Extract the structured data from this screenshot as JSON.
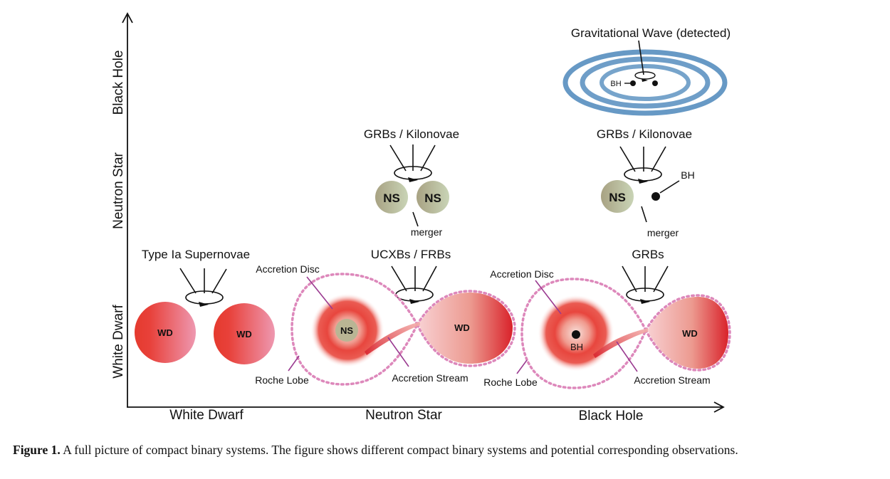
{
  "figure": {
    "axes": {
      "x_axis": {
        "categories": [
          "White Dwarf",
          "Neutron Star",
          "Black Hole"
        ]
      },
      "y_axis": {
        "categories": [
          "White Dwarf",
          "Neutron Star",
          "Black Hole"
        ]
      }
    },
    "systems": {
      "wd_wd": {
        "observation": "Type Ia Supernovae",
        "star_a": "WD",
        "star_b": "WD"
      },
      "ns_wd": {
        "observation": "UCXBs / FRBs",
        "accretor": "NS",
        "donor": "WD",
        "labels": {
          "disc": "Accretion Disc",
          "lobe": "Roche Lobe",
          "stream": "Accretion Stream"
        }
      },
      "bh_wd": {
        "observation": "GRBs",
        "accretor": "BH",
        "donor": "WD",
        "labels": {
          "disc": "Accretion Disc",
          "lobe": "Roche Lobe",
          "stream": "Accretion Stream"
        }
      },
      "ns_ns": {
        "observation": "GRBs / Kilonovae",
        "star_a": "NS",
        "star_b": "NS",
        "event": "merger"
      },
      "ns_bh": {
        "observation": "GRBs / Kilonovae",
        "star_a": "NS",
        "bh_label": "BH",
        "event": "merger"
      },
      "bh_bh": {
        "observation": "Gravitational Wave (detected)",
        "bh_label": "BH"
      }
    },
    "colors": {
      "wd_red": "#e3342f",
      "wd_pink": "#ed97ad",
      "ns_fill": "#b9b594",
      "lobe_dots": "#dd88bb",
      "leader_line": "#9a3a90",
      "gw_ring": "#5f94c2"
    }
  },
  "caption": {
    "label": "Figure 1.",
    "text": "A full picture of compact binary systems. The figure shows different compact binary systems and potential corresponding observations."
  }
}
